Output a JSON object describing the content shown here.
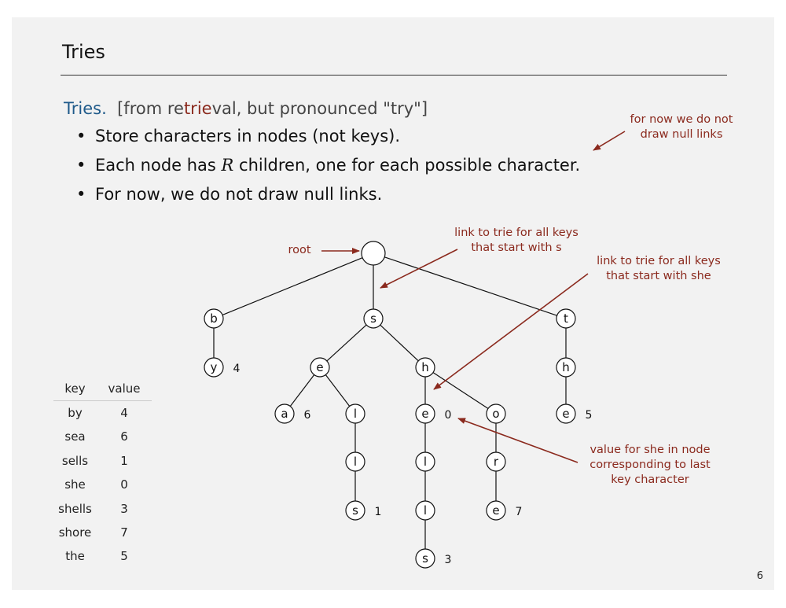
{
  "title": "Tries",
  "intro": {
    "lead": "Tries.",
    "part1": "[from re",
    "highlight": "trie",
    "part2": "val, but pronounced \"try\"]"
  },
  "bullets": {
    "b1": "Store characters in nodes (not keys).",
    "b2_pre": "Each node has ",
    "b2_var": "R",
    "b2_post": " children, one for each possible character.",
    "b3": "For now, we do not draw null links."
  },
  "note": {
    "line1": "for now we do not",
    "line2": "draw null links"
  },
  "annotations": {
    "root": "root",
    "link_s_1": "link to trie for all keys",
    "link_s_2": "that start with s",
    "link_she_1": "link to trie for all keys",
    "link_she_2": "that start with she",
    "value_1": "value for she in node",
    "value_2": "corresponding to last",
    "value_3": "key character"
  },
  "trie": {
    "nodes": {
      "root": {
        "char": "",
        "value": ""
      },
      "b": {
        "char": "b",
        "value": ""
      },
      "y": {
        "char": "y",
        "value": "4"
      },
      "s": {
        "char": "s",
        "value": ""
      },
      "se": {
        "char": "e",
        "value": ""
      },
      "sea": {
        "char": "a",
        "value": "6"
      },
      "sel": {
        "char": "l",
        "value": ""
      },
      "sell": {
        "char": "l",
        "value": ""
      },
      "sells": {
        "char": "s",
        "value": "1"
      },
      "sh": {
        "char": "h",
        "value": ""
      },
      "she": {
        "char": "e",
        "value": "0"
      },
      "shel": {
        "char": "l",
        "value": ""
      },
      "shell": {
        "char": "l",
        "value": ""
      },
      "shells": {
        "char": "s",
        "value": "3"
      },
      "sho": {
        "char": "o",
        "value": ""
      },
      "shor": {
        "char": "r",
        "value": ""
      },
      "shore": {
        "char": "e",
        "value": "7"
      },
      "t": {
        "char": "t",
        "value": ""
      },
      "th": {
        "char": "h",
        "value": ""
      },
      "the": {
        "char": "e",
        "value": "5"
      }
    }
  },
  "table": {
    "headers": [
      "key",
      "value"
    ],
    "rows": [
      {
        "key": "by",
        "value": "4"
      },
      {
        "key": "sea",
        "value": "6"
      },
      {
        "key": "sells",
        "value": "1"
      },
      {
        "key": "she",
        "value": "0"
      },
      {
        "key": "shells",
        "value": "3"
      },
      {
        "key": "shore",
        "value": "7"
      },
      {
        "key": "the",
        "value": "5"
      }
    ]
  },
  "page_number": "6",
  "colors": {
    "accent": "#8b2a1e",
    "lead_blue": "#1f5a8a"
  }
}
